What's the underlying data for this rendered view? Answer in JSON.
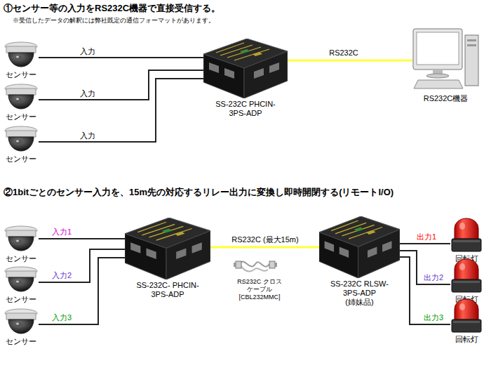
{
  "diagram": {
    "nodes": [
      {
        "text": [
          "センサー"
        ]
      },
      {
        "text": [
          "センサー"
        ]
      },
      {
        "text": [
          "センサー"
        ]
      },
      {
        "text": [
          "SS-232C PHCIN-3PS-ADP"
        ]
      },
      {
        "text": [
          "RS232C機器"
        ]
      },
      {
        "text": [
          "センサー"
        ]
      },
      {
        "text": [
          "センサー"
        ]
      },
      {
        "text": [
          "センサー"
        ]
      },
      {
        "text": [
          "SS-232C- PHCIN-3PS-ADP"
        ]
      },
      {
        "text": [
          "SS-232C RLSW-3PS-ADP",
          "(姉妹品)"
        ]
      },
      {
        "text": [
          "回転灯"
        ]
      },
      {
        "text": [
          "回転灯"
        ]
      },
      {
        "text": [
          "回転灯"
        ]
      }
    ],
    "edges": [
      {
        "from": 0,
        "to": 3,
        "arrow": "none",
        "label": "入力"
      },
      {
        "from": 1,
        "to": 3,
        "arrow": "none",
        "label": "入力"
      },
      {
        "from": 2,
        "to": 3,
        "arrow": "none",
        "label": "入力"
      },
      {
        "from": 3,
        "to": 4,
        "arrow": "none",
        "label": "RS232C"
      },
      {
        "from": 5,
        "to": 8,
        "arrow": "none",
        "label": "入力1"
      },
      {
        "from": 6,
        "to": 8,
        "arrow": "none",
        "label": "入力2"
      },
      {
        "from": 7,
        "to": 8,
        "arrow": "none",
        "label": "入力3"
      },
      {
        "from": 8,
        "to": 9,
        "arrow": "none",
        "label": "RS232C (最大15m)"
      },
      {
        "from": 9,
        "to": 10,
        "arrow": "none",
        "label": "出力1"
      },
      {
        "from": 9,
        "to": 11,
        "arrow": "none",
        "label": "出力2"
      },
      {
        "from": 9,
        "to": 12,
        "arrow": "none",
        "label": "出力3"
      }
    ],
    "labels": [
      "①センサー等の入力をRS232C機器で直接受信する。",
      "※受信したデータの解釈には弊社既定の通信フォーマットがあります。",
      "②1bitごとのセンサー入力を、15m先の対応するリレー出力に変換し即時開閉する(リモートI/O)",
      "RS232C クロスケーブル [CBL232MMC]"
    ]
  }
}
